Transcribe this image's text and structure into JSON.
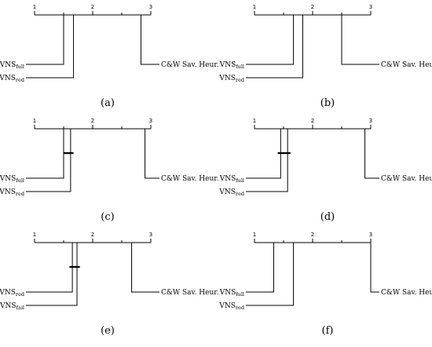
{
  "figure": {
    "panels": [
      {
        "label": "(a)",
        "axis_ticks": [
          "1",
          "2",
          "3"
        ],
        "cd_bars": [],
        "left_methods": [
          {
            "base": "VNS",
            "sub": "full",
            "rank": 1.5
          },
          {
            "base": "VNS",
            "sub": "red",
            "rank": 1.67
          }
        ],
        "right_methods": [
          {
            "base": "C&W Sav. Heur.",
            "sub": "",
            "rank": 2.83
          }
        ]
      },
      {
        "label": "(b)",
        "axis_ticks": [
          "1",
          "2",
          "3"
        ],
        "cd_bars": [],
        "left_methods": [
          {
            "base": "VNS",
            "sub": "full",
            "rank": 1.67
          },
          {
            "base": "VNS",
            "sub": "red",
            "rank": 1.83
          }
        ],
        "right_methods": [
          {
            "base": "C&W Sav. Heur.",
            "sub": "",
            "rank": 2.5
          }
        ]
      },
      {
        "label": "(c)",
        "axis_ticks": [
          "1",
          "2",
          "3"
        ],
        "cd_bars": [
          [
            1.5,
            1.67
          ]
        ],
        "left_methods": [
          {
            "base": "VNS",
            "sub": "full",
            "rank": 1.5
          },
          {
            "base": "VNS",
            "sub": "red",
            "rank": 1.62
          }
        ],
        "right_methods": [
          {
            "base": "C&W Sav. Heur.",
            "sub": "",
            "rank": 2.9
          }
        ]
      },
      {
        "label": "(d)",
        "axis_ticks": [
          "1",
          "2",
          "3"
        ],
        "cd_bars": [
          [
            1.4,
            1.62
          ]
        ],
        "left_methods": [
          {
            "base": "VNS",
            "sub": "full",
            "rank": 1.45
          },
          {
            "base": "VNS",
            "sub": "red",
            "rank": 1.57
          }
        ],
        "right_methods": [
          {
            "base": "C&W Sav. Heur.",
            "sub": "",
            "rank": 2.9
          }
        ]
      },
      {
        "label": "(e)",
        "axis_ticks": [
          "1",
          "2",
          "3"
        ],
        "cd_bars": [
          [
            1.6,
            1.78
          ]
        ],
        "left_methods": [
          {
            "base": "VNS",
            "sub": "red",
            "rank": 1.65
          },
          {
            "base": "VNS",
            "sub": "fail",
            "rank": 1.73
          }
        ],
        "right_methods": [
          {
            "base": "C&W Sav. Heur.",
            "sub": "",
            "rank": 2.67
          }
        ]
      },
      {
        "label": "(f)",
        "axis_ticks": [
          "1",
          "2",
          "3"
        ],
        "cd_bars": [],
        "left_methods": [
          {
            "base": "VNS",
            "sub": "full",
            "rank": 1.33
          },
          {
            "base": "VNS",
            "sub": "red",
            "rank": 1.67
          }
        ],
        "right_methods": [
          {
            "base": "C&W Sav. Heur.",
            "sub": "",
            "rank": 3.0
          }
        ]
      }
    ]
  }
}
